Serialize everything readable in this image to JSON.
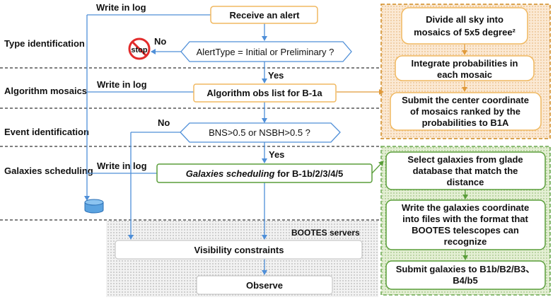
{
  "sections": {
    "type_identification": "Type identification",
    "algorithm_mosaics": "Algorithm mosaics",
    "event_identification": "Event identification",
    "galaxies_scheduling": "Galaxies scheduling"
  },
  "log_labels": {
    "top": "Write in log",
    "middle": "Write in log",
    "bottom": "Write in log"
  },
  "decisions": {
    "alert_type": "AlertType = Initial or Preliminary ?",
    "bns_nsbh": "BNS>0.5 or NSBH>0.5 ?"
  },
  "branch_labels": {
    "no_1": "No",
    "yes_1": "Yes",
    "no_2": "No",
    "yes_2": "Yes"
  },
  "stop_sign": {
    "label": "stop"
  },
  "nodes": {
    "receive_alert": "Receive an alert",
    "algorithm_obs": "Algorithm obs list for B-1a",
    "galaxies_scheduling_italic": "Galaxies scheduling",
    "galaxies_scheduling_rest": " for B-1b/2/3/4/5",
    "visibility": "Visibility constraints",
    "observe": "Observe"
  },
  "bootes_servers": "BOOTES servers",
  "right_top_panel": {
    "box1": [
      "Divide all sky into",
      "mosaics of 5x5 degree²"
    ],
    "box2": [
      "Integrate probabilities in",
      "each mosaic"
    ],
    "box3": [
      "Submit the center coordinate",
      "of mosaics ranked by the",
      "probabilities to B1A"
    ]
  },
  "right_bottom_panel": {
    "box1": [
      "Select galaxies from glade",
      "database that match the",
      "distance"
    ],
    "box2": [
      "Write the galaxies coordinate",
      "into files with the format that",
      "BOOTES telescopes can",
      "recognize"
    ],
    "box3": [
      "Submit galaxies to B1b/B2/B3、",
      "B4/b5"
    ]
  },
  "colors": {
    "node_border": "#f0b860",
    "arrow": "#4f8fd8",
    "orange_panel_fill": "#fbe6cc",
    "orange_panel_border": "#d08a20",
    "green_panel_fill": "#dcebc8",
    "green_panel_border": "#6aa84f",
    "green_node_border": "#5a9e3a",
    "stop_red": "#e22b2b",
    "dotted_fill": "#e6e6e6"
  }
}
